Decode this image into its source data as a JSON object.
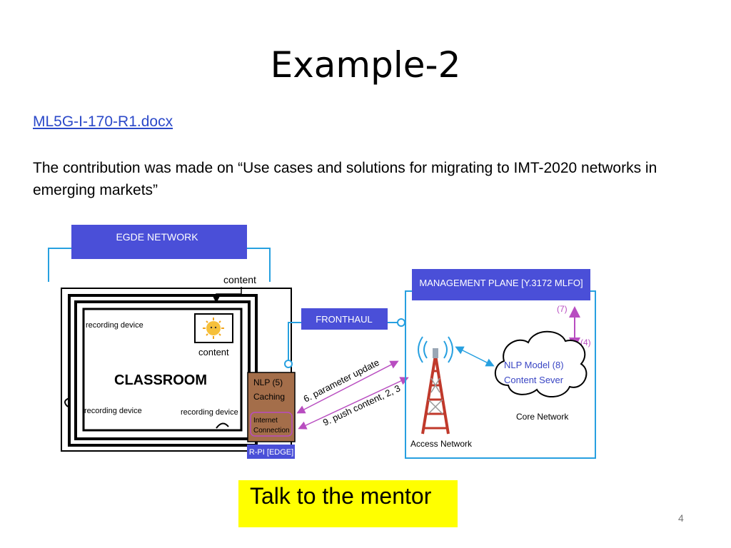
{
  "slide": {
    "title": "Example-2",
    "doc_link": "ML5G-I-170-R1.docx",
    "description": "The contribution was made on “Use cases and solutions for migrating to IMT-2020 networks in emerging markets”",
    "mentor_box": "Talk to the mentor",
    "page_number": "4"
  },
  "diagram": {
    "edge_network": "EGDE NETWORK",
    "content_top": "content",
    "recording_device_top": "recording device",
    "content_box": "content",
    "classroom": "CLASSROOM",
    "recording_device_left": "recording device",
    "recording_device_right": "recording device",
    "nlp_line1": "NLP (5)",
    "nlp_line2": "Caching",
    "internet_line1": "Internet",
    "internet_line2": "Connection",
    "rpi": "R-PI [EDGE]",
    "fronthaul": "FRONTHAUL",
    "param_update": "6. parameter update",
    "push_content": "9. push content, 2, 3",
    "management_plane": "MANAGEMENT PLANE  [Y.3172 MLFO]",
    "label_7": "(7)",
    "label_4": "(4)",
    "nlp_model": "NLP Model (8)",
    "content_server": "Content Sever",
    "core_network": "Core Network",
    "access_network": "Access Network",
    "colors": {
      "header_blue": "#4a4fd8",
      "link_blue": "#2b49c9",
      "line_blue": "#27a0e0",
      "magenta": "#b84dc0",
      "brown": "#a46e4a",
      "yellow": "#ffff00"
    }
  }
}
